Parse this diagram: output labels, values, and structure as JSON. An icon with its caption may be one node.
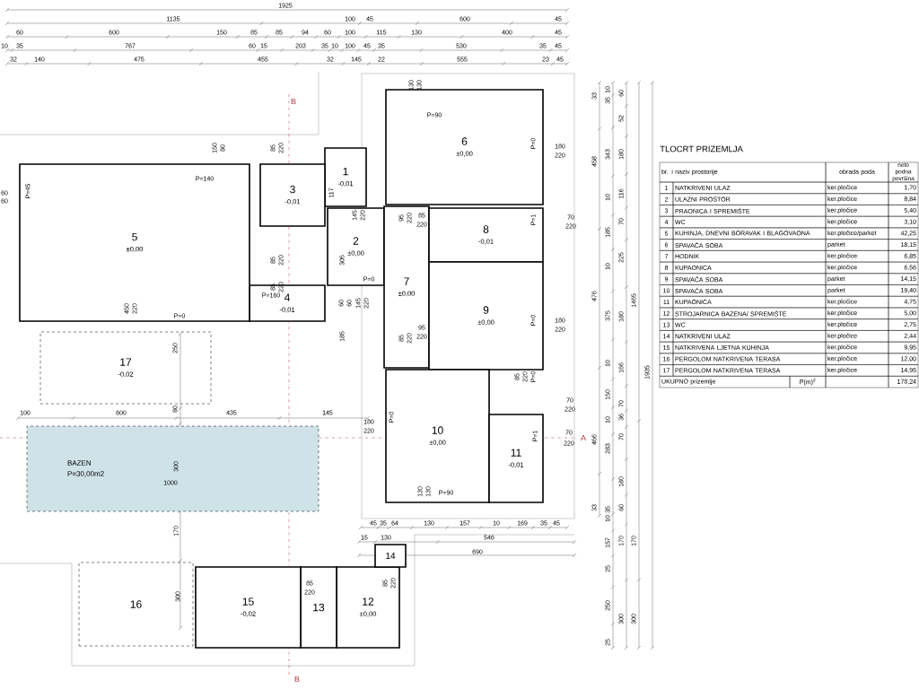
{
  "diagram": {
    "title": "TLOCRT PRIZEMLJA",
    "nodes": [
      {
        "text": [
          "1",
          "-0,01"
        ]
      },
      {
        "text": [
          "2",
          "±0,00"
        ]
      },
      {
        "text": [
          "3",
          "-0,01"
        ]
      },
      {
        "text": [
          "4",
          "-0,01"
        ]
      },
      {
        "text": [
          "5",
          "±0,00"
        ]
      },
      {
        "text": [
          "6",
          "±0,00"
        ]
      },
      {
        "text": [
          "7",
          "±0,00"
        ]
      },
      {
        "text": [
          "8",
          "-0,01"
        ]
      },
      {
        "text": [
          "9",
          "±0,00"
        ]
      },
      {
        "text": [
          "10",
          "±0,00"
        ]
      },
      {
        "text": [
          "11",
          "-0,01"
        ]
      },
      {
        "text": [
          "12",
          "±0,00"
        ]
      },
      {
        "text": [
          "13"
        ]
      },
      {
        "text": [
          "14"
        ]
      },
      {
        "text": [
          "15",
          "-0,02"
        ]
      },
      {
        "text": [
          "16"
        ]
      },
      {
        "text": [
          "17",
          "-0,02"
        ]
      },
      {
        "text": [
          "BAZEN",
          "P=30,00m2"
        ]
      }
    ],
    "labels": [
      "1925",
      "1135",
      "100",
      "45",
      "600",
      "45",
      "60",
      "600",
      "150",
      "85",
      "85",
      "94",
      "60",
      "100",
      "115",
      "130",
      "400",
      "45",
      "10",
      "35",
      "767",
      "60",
      "15",
      "203",
      "35",
      "10",
      "100",
      "45",
      "35",
      "530",
      "35",
      "45",
      "32",
      "140",
      "475",
      "455",
      "32",
      "145",
      "22",
      "555",
      "23",
      "45",
      "B",
      "130",
      "130",
      "P=90",
      "150",
      "80",
      "85",
      "220",
      "P=0",
      "180",
      "220",
      "P=45",
      "60",
      "60",
      "P=140",
      "117",
      "145",
      "220",
      "95",
      "220",
      "85",
      "220",
      "P=1",
      "70",
      "220",
      "85",
      "220",
      "305",
      "P=0",
      "85",
      "220",
      "P=160",
      "60",
      "60",
      "145",
      "220",
      "450",
      "220",
      "P=0",
      "95",
      "220",
      "85",
      "220",
      "P=0",
      "180",
      "220",
      "185",
      "250",
      "85",
      "220",
      "P=0",
      "70",
      "220",
      "100",
      "600",
      "80",
      "435",
      "145",
      "P=0",
      "180",
      "220",
      "P=1",
      "70",
      "220",
      "A",
      "300",
      "1000",
      "130",
      "130",
      "P=90",
      "170",
      "45",
      "35",
      "64",
      "130",
      "157",
      "10",
      "169",
      "35",
      "45",
      "15",
      "130",
      "546",
      "690",
      "85",
      "220",
      "85",
      "220",
      "300",
      "B",
      "33",
      "458",
      "476",
      "466",
      "33",
      "10",
      "35",
      "343",
      "10",
      "185",
      "10",
      "375",
      "10",
      "150",
      "10",
      "283",
      "35",
      "10",
      "157",
      "25",
      "250",
      "25",
      "60",
      "52",
      "180",
      "116",
      "70",
      "225",
      "180",
      "166",
      "70",
      "36",
      "70",
      "180",
      "60",
      "170",
      "300",
      "1465",
      "170",
      "300",
      "1935",
      "br. i naziv prostorije",
      "obrada poda",
      "neto podna površina",
      "1",
      "NATKRIVENI ULAZ",
      "ker.pločice",
      "1,70",
      "2",
      "ULAZNI PROSTOR",
      "ker.pločice",
      "8,84",
      "3",
      "PRAONICA I SPREMIŠTE",
      "ker.pločice",
      "5,40",
      "4",
      "WC",
      "ker.pločice",
      "3,10",
      "5",
      "KUHINJA, DNEVNI BORAVAK I BLAGOVAONA",
      "ker.pločice/parket",
      "42,25",
      "6",
      "SPAVAĆA SOBA",
      "parket",
      "18,15",
      "7",
      "HODNIK",
      "ker.pločice",
      "6,85",
      "8",
      "KUPAONICA",
      "ker.pločice",
      "6,56",
      "9",
      "SPAVAĆA SOBA",
      "parket",
      "14,15",
      "10",
      "SPAVAĆA SOBA",
      "parket",
      "19,40",
      "11",
      "KUPAONICA",
      "ker.pločice",
      "4,75",
      "12",
      "STROJARNICA BAZENA/ SPREMIŠTE",
      "ker.pločice",
      "5,00",
      "13",
      "WC",
      "ker.pločice",
      "2,75",
      "14",
      "NATKRIVENI ULAZ",
      "ker.pločice",
      "2,44",
      "15",
      "NATKRIVENA LJETNA KUHINJA",
      "ker.pločice",
      "9,95",
      "16",
      "PERGOLOM NATKRIVENA TERASA",
      "ker.pločice",
      "12,00",
      "17",
      "PERGOLOM NATKRIVENA TERASA",
      "ker.pločice",
      "14,95",
      "UKUPNO prizemlje",
      "P(m)$^{2}$",
      "178,24"
    ]
  }
}
